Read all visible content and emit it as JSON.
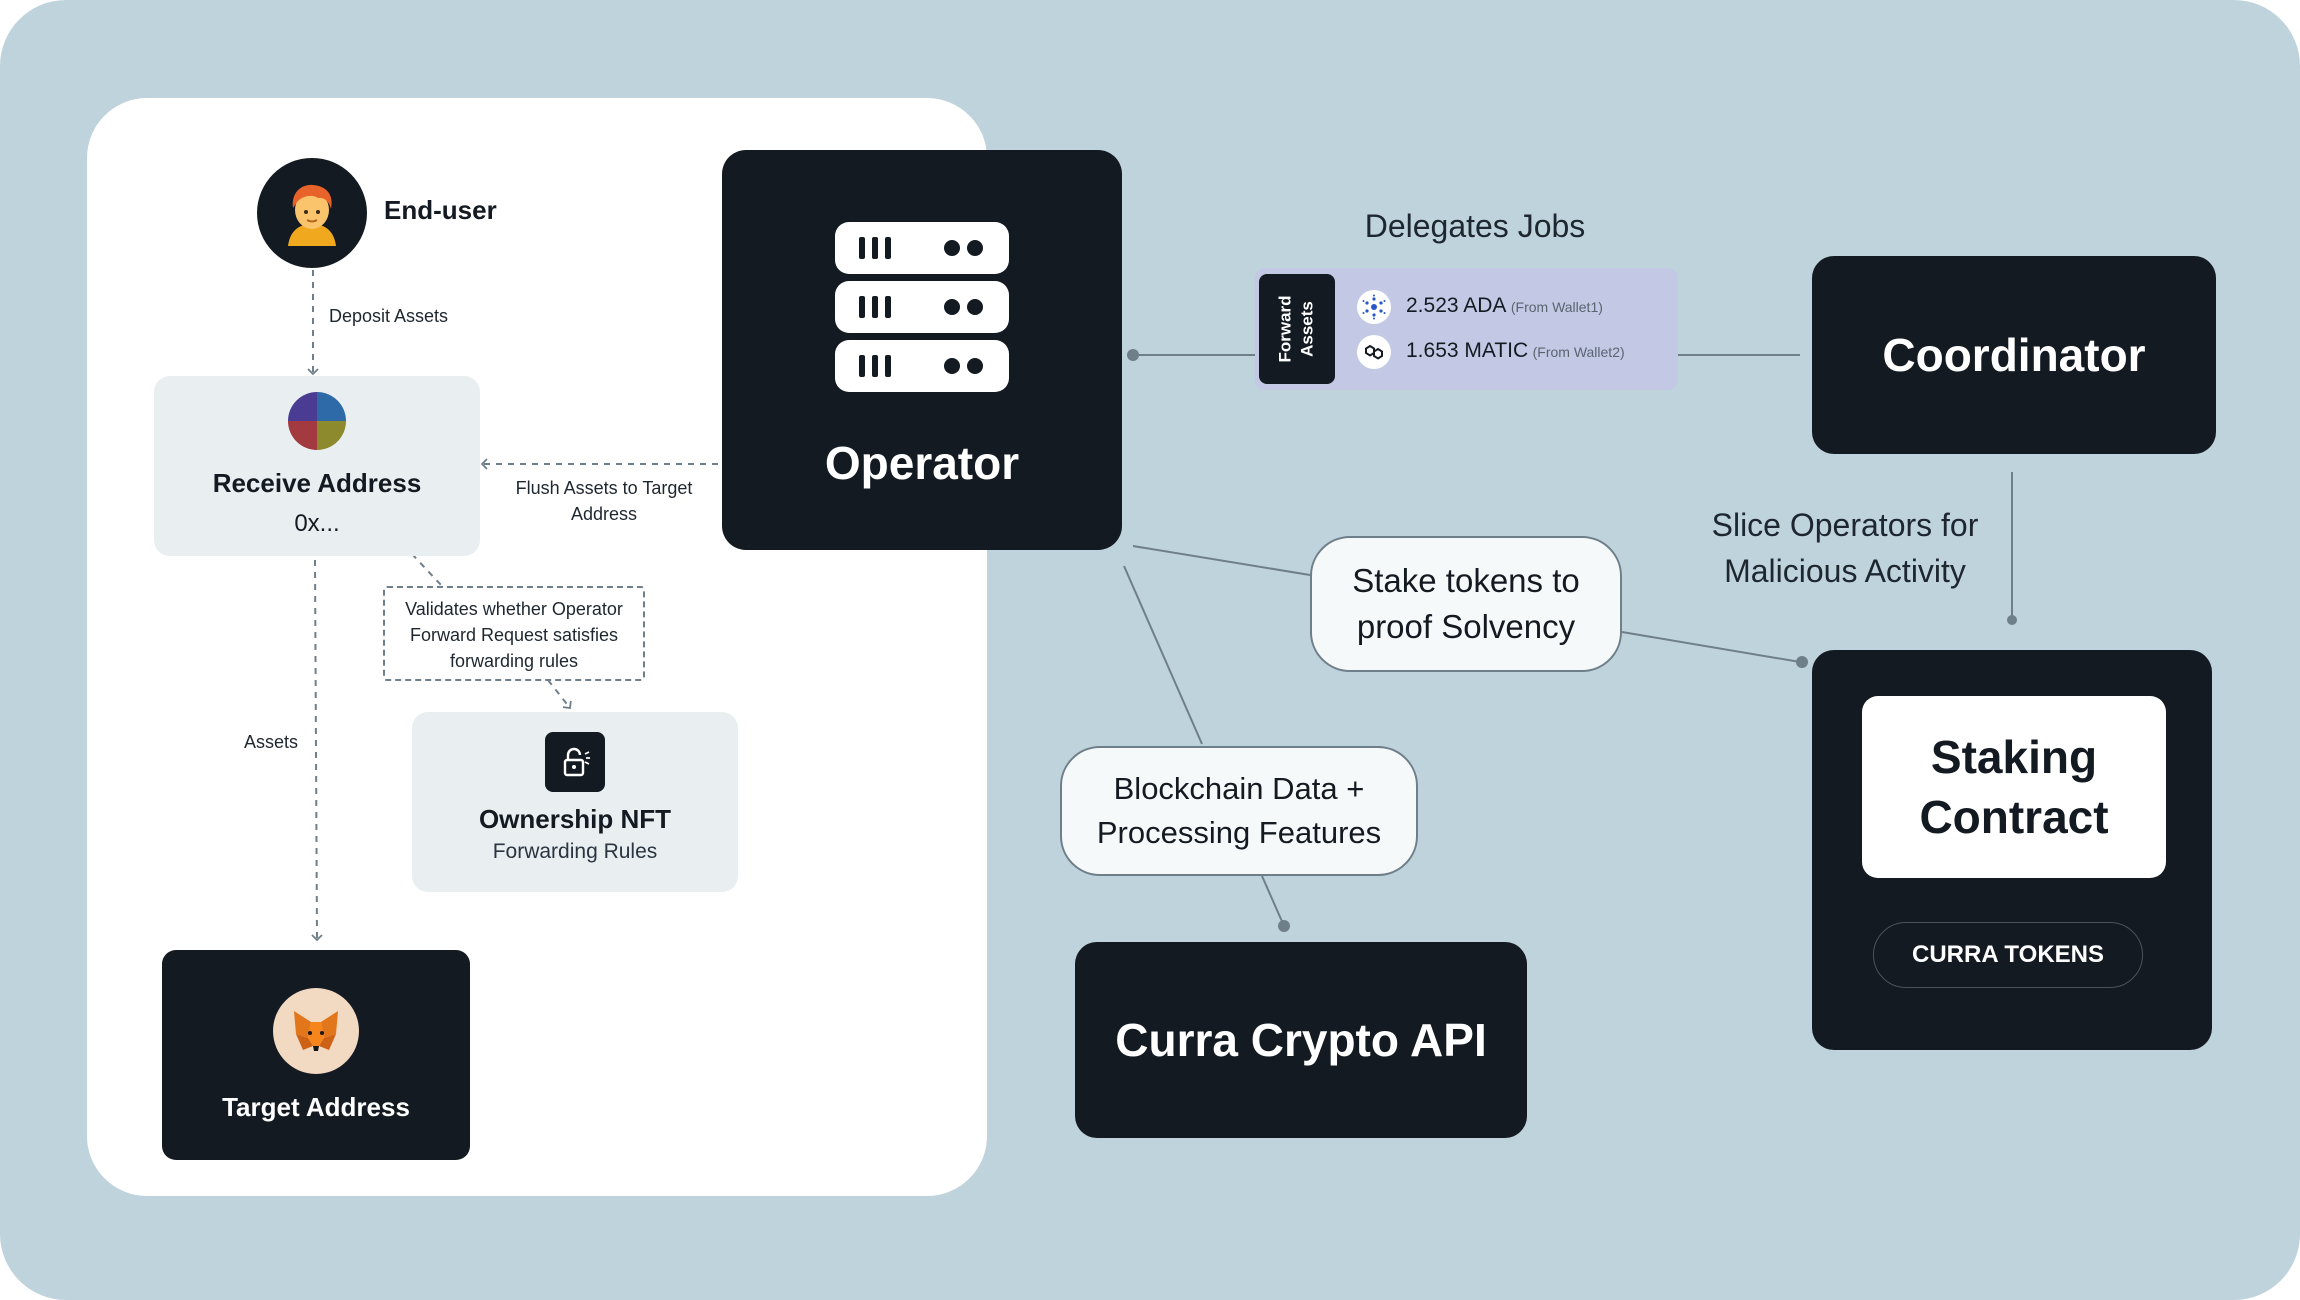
{
  "end_user": {
    "label": "End-user"
  },
  "receive_address": {
    "title": "Receive Address",
    "value": "0x..."
  },
  "target_address": {
    "label": "Target Address"
  },
  "ownership_nft": {
    "title": "Ownership NFT",
    "subtitle": "Forwarding Rules"
  },
  "operator": {
    "label": "Operator"
  },
  "coordinator": {
    "label": "Coordinator"
  },
  "staking_contract": {
    "title_line1": "Staking",
    "title_line2": "Contract",
    "tokens_badge": "CURRA TOKENS"
  },
  "curra_api": {
    "label": "Curra Crypto API"
  },
  "forward_card": {
    "side_label_line1": "Forward",
    "side_label_line2": "Assets",
    "items": [
      {
        "amount": "2.523 ADA",
        "source": "(From Wallet1)",
        "icon": "cardano-icon"
      },
      {
        "amount": "1.653 MATIC",
        "source": "(From Wallet2)",
        "icon": "polygon-icon"
      }
    ]
  },
  "edge_labels": {
    "deposit_assets": "Deposit Assets",
    "flush_line1": "Flush Assets to Target",
    "flush_line2": "Address",
    "validates_line1": "Validates whether Operator",
    "validates_line2": "Forward Request satisfies",
    "validates_line3": "forwarding rules",
    "assets": "Assets",
    "delegates_jobs": "Delegates Jobs",
    "slice_line1": "Slice Operators for",
    "slice_line2": "Malicious Activity",
    "stake_line1": "Stake tokens to",
    "stake_line2": "proof Solvency",
    "blockchain_line1": "Blockchain Data +",
    "blockchain_line2": "Processing Features"
  },
  "colors": {
    "background": "#bfd3dd",
    "panel": "#ffffff",
    "dark_node": "#131a21",
    "light_node": "#e9eef1",
    "forward_card": "#c3c9e4",
    "connector": "#6f7f8a"
  }
}
